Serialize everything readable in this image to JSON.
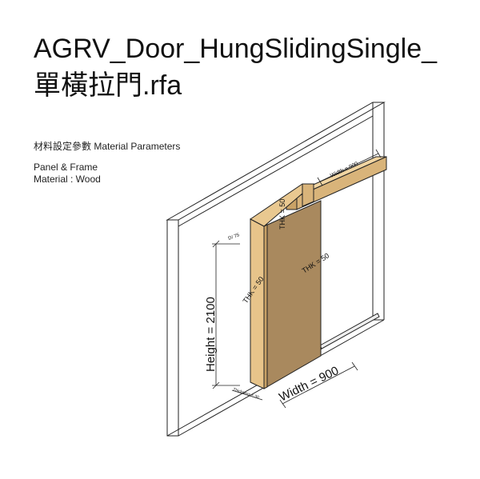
{
  "title": {
    "line1": "AGRV_Door_HungSlidingSingle_",
    "line2": "單橫拉門.rfa"
  },
  "info": {
    "heading": "材料設定參數 Material Parameters",
    "panel_frame": "Panel & Frame",
    "material": "Material : Wood"
  },
  "dimensions": {
    "height": "Height = 2100",
    "width": "Width = 900",
    "track_width": "Width = 900",
    "thk_track": "THK = 50",
    "thk_panel": "THK = 50",
    "thk_frame": "THK = 50",
    "offset": "D/ 75",
    "thickness": "Thickness = 30"
  },
  "colors": {
    "wood_panel": "#A9895E",
    "wood_frame": "#E7C48A",
    "wood_track": "#D9B47A",
    "lines": "#222222"
  }
}
